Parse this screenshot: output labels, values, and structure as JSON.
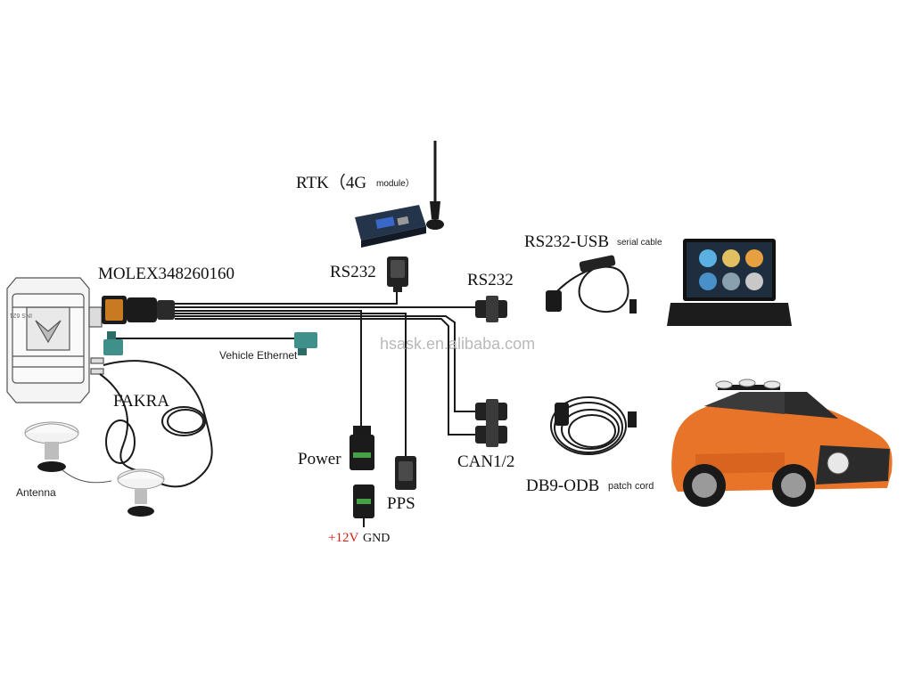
{
  "labels": {
    "rtk": "RTK（4G",
    "rtk_module": "module）",
    "molex": "MOLEX348260160",
    "rs232_top": "RS232",
    "rs232_right": "RS232",
    "rs232_usb": "RS232-USB",
    "serial_cable": "serial cable",
    "vehicle_ethernet": "Vehicle Ethernet",
    "fakra": "FAKRA",
    "antenna": "Antenna",
    "power": "Power",
    "pps": "PPS",
    "v12": "+12V",
    "gnd": "GND",
    "can": "CAN1/2",
    "db9_odb": "DB9-ODB",
    "patch_cord": "patch cord",
    "watermark": "hsask.en.alibaba.com"
  },
  "colors": {
    "fakra_connector": "#3f8f8a",
    "car_body": "#e8742a",
    "v12_text": "#d0201a",
    "watermark": "#b9b9b9",
    "cable": "#1a1a1a"
  },
  "icons": {
    "ins_device": "ins-unit-icon",
    "rtk_modem": "4g-modem-icon",
    "laptop": "laptop-icon",
    "car": "car-icon"
  }
}
